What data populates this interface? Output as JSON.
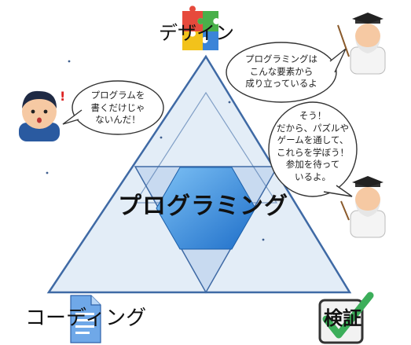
{
  "labels": {
    "top": "デザイン",
    "center": "プログラミング",
    "bottom_left": "コーディング",
    "bottom_right": "検証"
  },
  "bubbles": {
    "boy": [
      "プログラムを",
      "書くだけじゃ",
      "ないんだ！"
    ],
    "teacher_top": [
      "プログラミングは",
      "こんな要素から",
      "成り立っているよ"
    ],
    "teacher_bottom": [
      "そう！",
      "だから、パズルや",
      "ゲームを通して、",
      "これらを学ぼう！",
      "参加を待って",
      "いるよ。"
    ]
  },
  "colors": {
    "triangle_fill": "#e3edf7",
    "triangle_stroke": "#3f6aa5",
    "inner_fill": "#c8daf0",
    "hexagon": "#3b8ee0",
    "check_green": "#3cae5a"
  },
  "icons": {
    "top": "puzzle-icon",
    "bottom_left": "document-icon",
    "bottom_right": "checkbox-icon",
    "boy": "boy-icon",
    "teacher": "professor-icon"
  }
}
